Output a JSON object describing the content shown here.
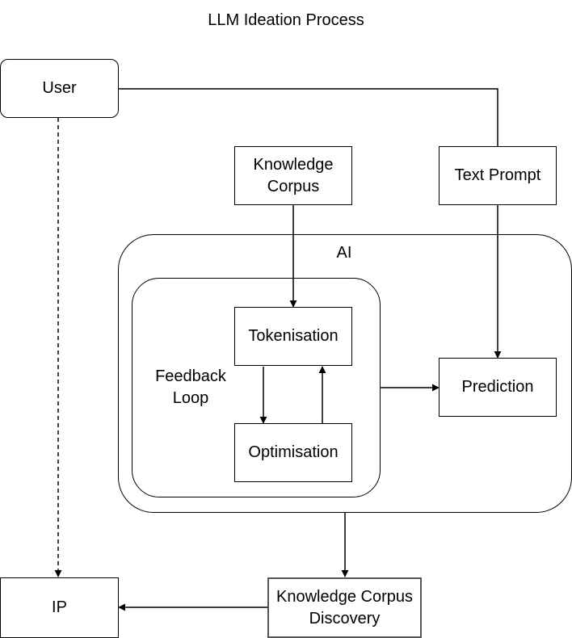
{
  "diagram": {
    "title": "LLM Ideation Process",
    "nodes": {
      "user": "User",
      "knowledge_corpus": "Knowledge\nCorpus",
      "text_prompt": "Text Prompt",
      "ai": "AI",
      "feedback_loop": "Feedback\nLoop",
      "tokenisation": "Tokenisation",
      "optimisation": "Optimisation",
      "prediction": "Prediction",
      "ip": "IP",
      "kc_discovery": "Knowledge Corpus\nDiscovery"
    },
    "edges": [
      {
        "from": "User",
        "to": "Text Prompt",
        "style": "solid",
        "arrow": "none"
      },
      {
        "from": "User",
        "to": "IP",
        "style": "dashed",
        "arrow": "end"
      },
      {
        "from": "Knowledge Corpus",
        "to": "Tokenisation",
        "style": "solid",
        "arrow": "end"
      },
      {
        "from": "Text Prompt",
        "to": "Prediction",
        "style": "solid",
        "arrow": "end"
      },
      {
        "from": "Tokenisation",
        "to": "Optimisation",
        "style": "solid",
        "arrow": "end"
      },
      {
        "from": "Optimisation",
        "to": "Tokenisation",
        "style": "solid",
        "arrow": "end"
      },
      {
        "from": "Feedback Loop",
        "to": "Prediction",
        "style": "solid",
        "arrow": "end"
      },
      {
        "from": "AI",
        "to": "Knowledge Corpus Discovery",
        "style": "solid",
        "arrow": "end"
      },
      {
        "from": "Knowledge Corpus Discovery",
        "to": "IP",
        "style": "solid",
        "arrow": "end"
      }
    ]
  }
}
